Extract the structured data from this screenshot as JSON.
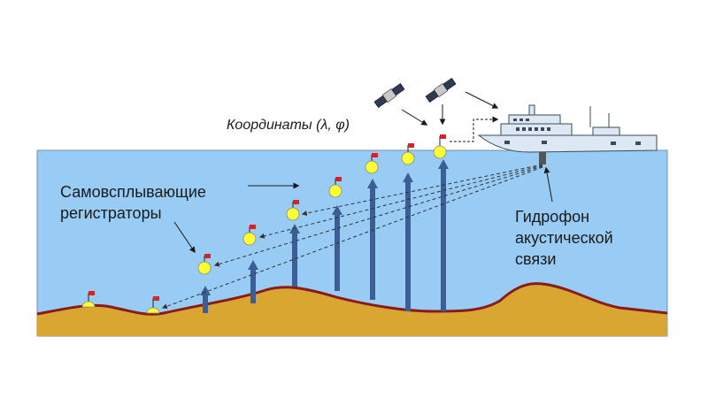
{
  "labels": {
    "coordinates": "Координаты (λ, φ)",
    "recorders_line1": "Самовсплывающие",
    "recorders_line2": "регистраторы",
    "hydrophone_line1": "Гидрофон",
    "hydrophone_line2": "акустической",
    "hydrophone_line3": "связи"
  },
  "colors": {
    "water": "#99ccf4",
    "seabed": "#d9a632",
    "seabed_edge": "#8b1a1a",
    "arrow": "#3b5e95",
    "buoy": "#ffff33",
    "flag": "#e02020",
    "ship": "#dde8f4"
  },
  "icons": [
    "satellite-icon",
    "satellite-icon",
    "ship-icon",
    "buoy-icon",
    "hydrophone-icon"
  ]
}
